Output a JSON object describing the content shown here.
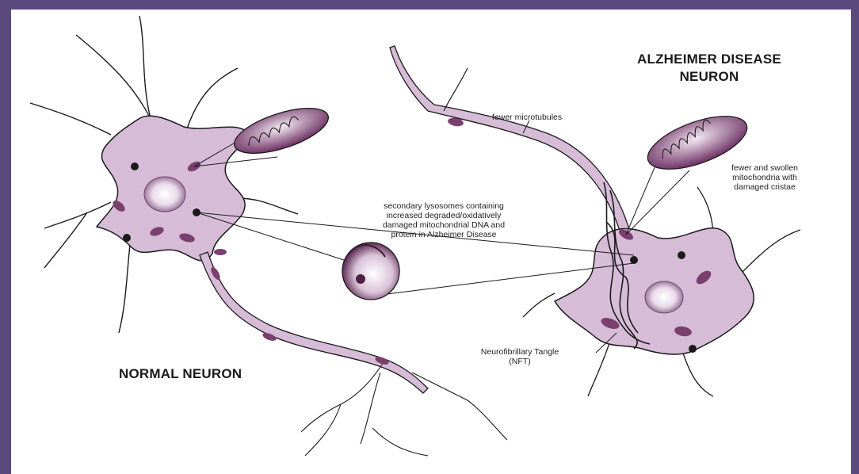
{
  "labels": {
    "alzheimer_title_line1": "ALZHEIMER DISEASE",
    "alzheimer_title_line2": "NEURON",
    "normal_title": "NORMAL NEURON",
    "fewer_microtubules": "fewer microtubules",
    "swollen_mito_line1": "fewer and swollen",
    "swollen_mito_line2": "mitochondria with",
    "swollen_mito_line3": "damaged cristae",
    "lysosome_line1": "secondary lysosomes containing",
    "lysosome_line2": "increased degraded/oxidatively",
    "lysosome_line3": "damaged mitochondrial DNA and",
    "lysosome_line4": "protein in Alzheimer Disease",
    "nft_line1": "Neurofibrillary Tangle",
    "nft_line2": "(NFT)"
  },
  "colors": {
    "frame": "#5b4a7d",
    "cell_body": "#d7bcd8",
    "outline": "#1a1a1a",
    "mitochondria": "#7a3f6e"
  }
}
